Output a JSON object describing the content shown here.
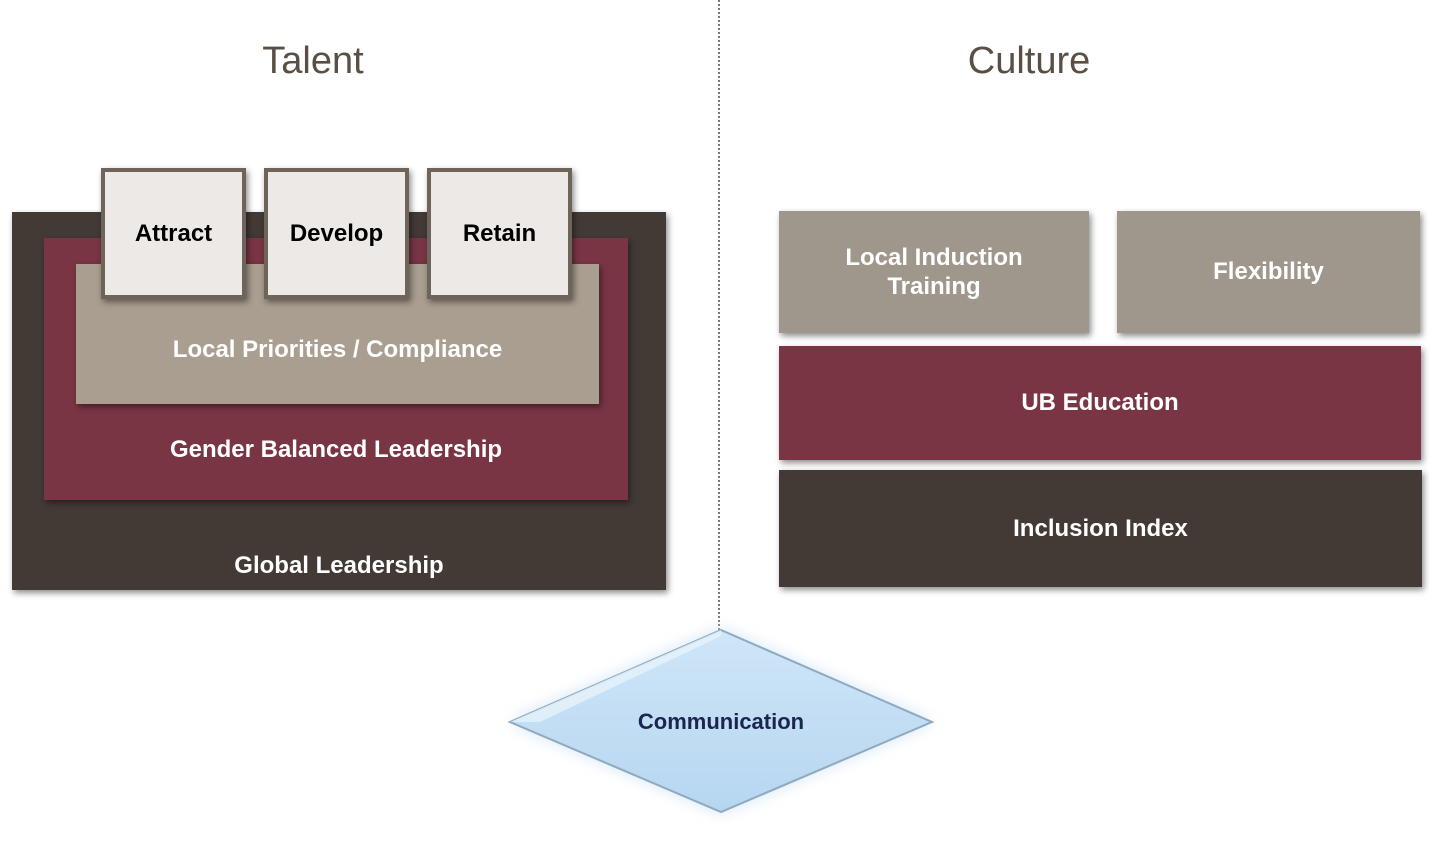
{
  "talent": {
    "title": "Talent",
    "global_leadership": "Global Leadership",
    "gender_balanced_leadership": "Gender Balanced Leadership",
    "local_priorities": "Local Priorities / Compliance",
    "tiles": [
      "Attract",
      "Develop",
      "Retain"
    ]
  },
  "culture": {
    "title": "Culture",
    "local_induction_training": "Local Induction Training",
    "flexibility": "Flexibility",
    "ub_education": "UB Education",
    "inclusion_index": "Inclusion Index"
  },
  "communication": "Communication",
  "colors": {
    "dark": "#433a35",
    "maroon": "#7a3544",
    "beige": "#a99e8f",
    "diamond": "#bfdcf3",
    "diamond_text": "#1a2550"
  }
}
